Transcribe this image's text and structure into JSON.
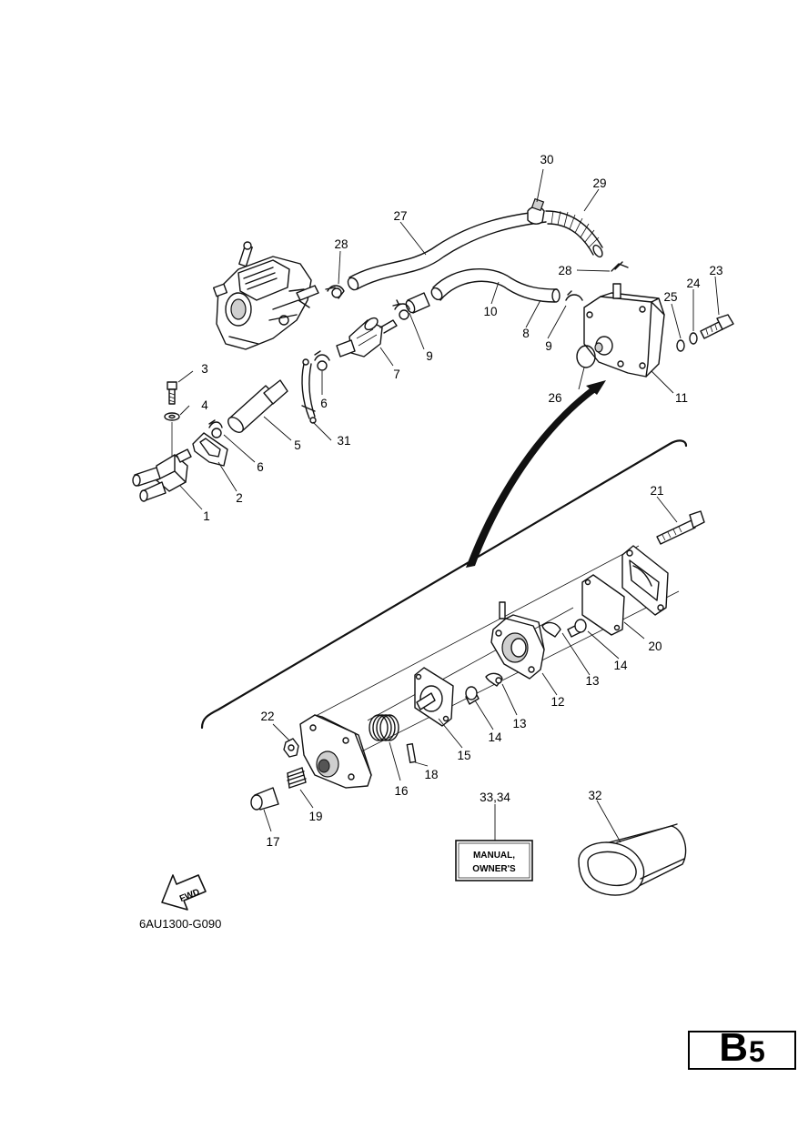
{
  "diagram": {
    "code": "6AU1300-G090",
    "page_tag": {
      "letter": "B",
      "number": "5"
    },
    "manual_label": {
      "line1": "MANUAL,",
      "line2": "OWNER'S"
    },
    "fwd_label": "FWD",
    "callouts": {
      "c1": "1",
      "c2": "2",
      "c3": "3",
      "c4": "4",
      "c5": "5",
      "c6a": "6",
      "c6b": "6",
      "c7": "7",
      "c8": "8",
      "c9a": "9",
      "c9b": "9",
      "c10": "10",
      "c11": "11",
      "c12": "12",
      "c13a": "13",
      "c13b": "13",
      "c14a": "14",
      "c14b": "14",
      "c15": "15",
      "c16": "16",
      "c17": "17",
      "c18": "18",
      "c19": "19",
      "c20": "20",
      "c21": "21",
      "c22": "22",
      "c23": "23",
      "c24": "24",
      "c25": "25",
      "c26": "26",
      "c27": "27",
      "c28a": "28",
      "c28b": "28",
      "c29": "29",
      "c30": "30",
      "c31": "31",
      "c32": "32",
      "c3334": "33,34"
    }
  }
}
